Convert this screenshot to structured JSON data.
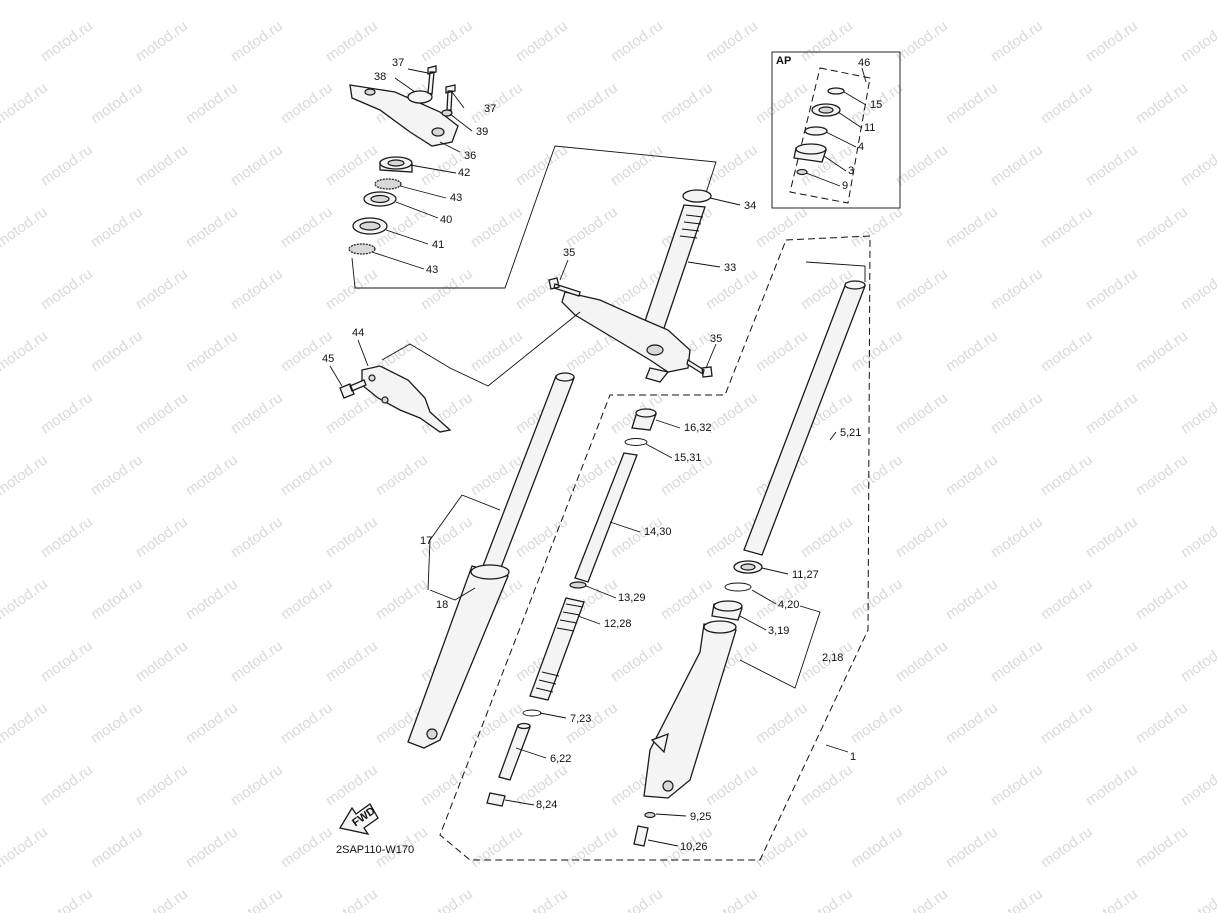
{
  "watermark": "motod.ru",
  "diagram_code": "2SAP110-W170",
  "fwd_label": "FWD",
  "inset_title": "AP",
  "labels": {
    "l1": "1",
    "l3": "3",
    "l4": "4",
    "l9": "9",
    "l11": "11",
    "l15": "15",
    "l17": "17",
    "l18": "18",
    "l33": "33",
    "l34": "34",
    "l35a": "35",
    "l35b": "35",
    "l36": "36",
    "l37a": "37",
    "l37b": "37",
    "l38": "38",
    "l39": "39",
    "l40": "40",
    "l41": "41",
    "l42": "42",
    "l43a": "43",
    "l43b": "43",
    "l44": "44",
    "l45": "45",
    "l46": "46",
    "l2_18": "2,18",
    "l3_19": "3,19",
    "l4_20": "4,20",
    "l5_21": "5,21",
    "l6_22": "6,22",
    "l7_23": "7,23",
    "l8_24": "8,24",
    "l9_25": "9,25",
    "l10_26": "10,26",
    "l11_27": "11,27",
    "l12_28": "12,28",
    "l13_29": "13,29",
    "l14_30": "14,30",
    "l15_31": "15,31",
    "l16_32": "16,32"
  }
}
